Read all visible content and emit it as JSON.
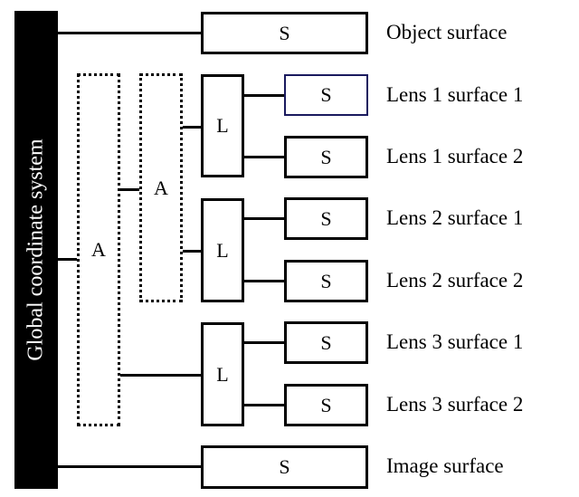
{
  "global": {
    "label": "Global coordinate system"
  },
  "assembly_label": "A",
  "lens_label": "L",
  "surface_label": "S",
  "surfaces": [
    {
      "label": "Object surface"
    },
    {
      "label": "Lens 1 surface 1",
      "selected": true
    },
    {
      "label": "Lens 1 surface 2"
    },
    {
      "label": "Lens 2 surface 1"
    },
    {
      "label": "Lens 2 surface 2"
    },
    {
      "label": "Lens 3 surface 1"
    },
    {
      "label": "Lens 3 surface 2"
    },
    {
      "label": "Image surface"
    }
  ],
  "colors": {
    "selected_border": "#1a1a5e",
    "bar": "#000000"
  }
}
